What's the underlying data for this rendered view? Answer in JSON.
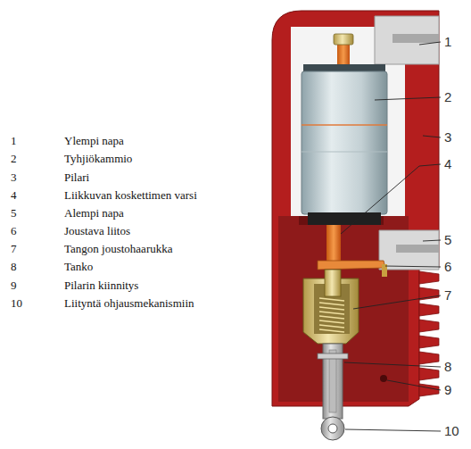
{
  "diagram": {
    "labels": [
      "1",
      "Ylempi napa",
      "2",
      "Tyhjiökammio",
      "3",
      "Pilari",
      "4",
      "Liikkuvan koskettimen varsi",
      "5",
      "Alempi napa",
      "6",
      "Joustava liitos",
      "7",
      "Tangon joustohaarukka",
      "8",
      "Tanko",
      "9",
      "Pilarin kiinnitys",
      "10",
      "Liityntä ohjausmekanismiin",
      "1",
      "2",
      "3",
      "4",
      "5",
      "6",
      "7",
      "8",
      "9",
      "10"
    ]
  }
}
